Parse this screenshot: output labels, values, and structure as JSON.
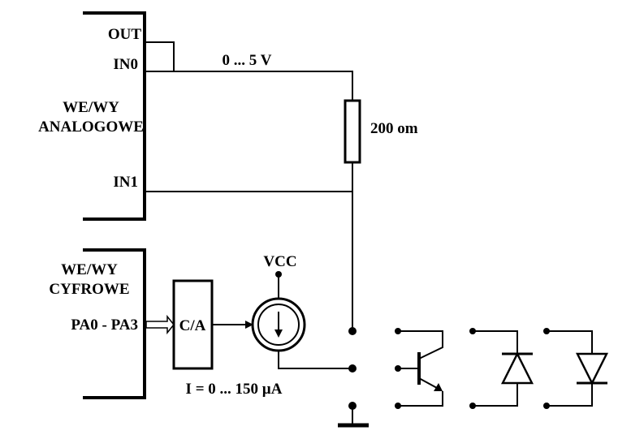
{
  "analog_block": {
    "title_line1": "WE/WY",
    "title_line2": "ANALOGOWE",
    "pin_out": "OUT",
    "pin_in0": "IN0",
    "pin_in1": "IN1"
  },
  "digital_block": {
    "title_line1": "WE/WY",
    "title_line2": "CYFROWE",
    "pins": "PA0 - PA3"
  },
  "voltage_range": "0 ... 5 V",
  "resistor_value": "200 om",
  "dac_label": "C/A",
  "supply_label": "VCC",
  "current_range": "I = 0 ... 150 µA",
  "icons": [
    "resistor-icon",
    "current-source-icon",
    "transistor-icon",
    "diode-icon",
    "ground-icon"
  ]
}
